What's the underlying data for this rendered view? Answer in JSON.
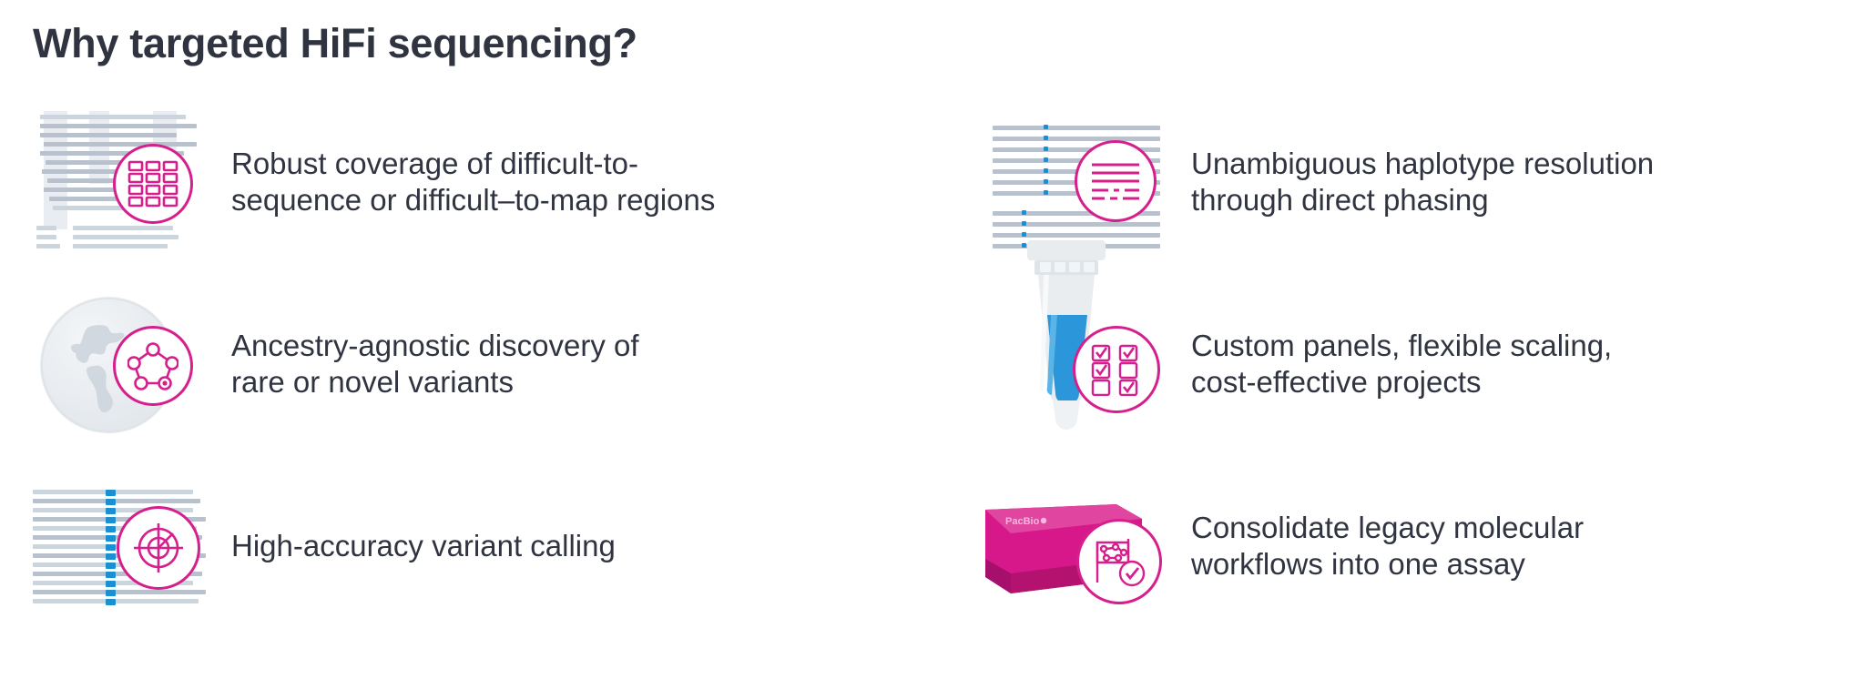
{
  "slide": {
    "title": "Why targeted HiFi sequencing?",
    "background_color": "#ffffff",
    "title_color": "#2f3440",
    "accent_color": "#d61f8c",
    "secondary_color": "#1a8fd1",
    "neutral_color": "#b9c2cc"
  },
  "left_column": {
    "features": [
      {
        "id": "robust-coverage",
        "text_lines": [
          "Robust coverage of difficult-to-",
          "sequence or difficult–to-map regions"
        ],
        "artwork": "read-pileup-grey",
        "badge_icon": "grid-blocks-icon"
      },
      {
        "id": "ancestry-agnostic",
        "text_lines": [
          "Ancestry-agnostic discovery of",
          "rare or novel variants"
        ],
        "artwork": "globe",
        "badge_icon": "node-network-icon"
      },
      {
        "id": "high-accuracy",
        "text_lines": [
          "High-accuracy variant calling"
        ],
        "artwork": "read-pileup-blue-column",
        "badge_icon": "crosshair-target-icon"
      }
    ]
  },
  "right_column": {
    "features": [
      {
        "id": "haplotype-resolution",
        "text_lines": [
          "Unambiguous haplotype resolution",
          "through direct phasing"
        ],
        "artwork": "phased-reads",
        "badge_icon": "phased-lines-icon"
      },
      {
        "id": "custom-panels",
        "text_lines": [
          "Custom panels, flexible scaling,",
          "cost-effective projects"
        ],
        "artwork": "microcentrifuge-tube",
        "badge_icon": "checkbox-grid-icon"
      },
      {
        "id": "consolidate-workflows",
        "text_lines": [
          "Consolidate legacy molecular",
          "workflows into one assay"
        ],
        "artwork": "smrt-cell-box",
        "badge_icon": "workflow-check-icon"
      }
    ]
  },
  "brand": {
    "smrt_cell_label": "PacBio"
  }
}
